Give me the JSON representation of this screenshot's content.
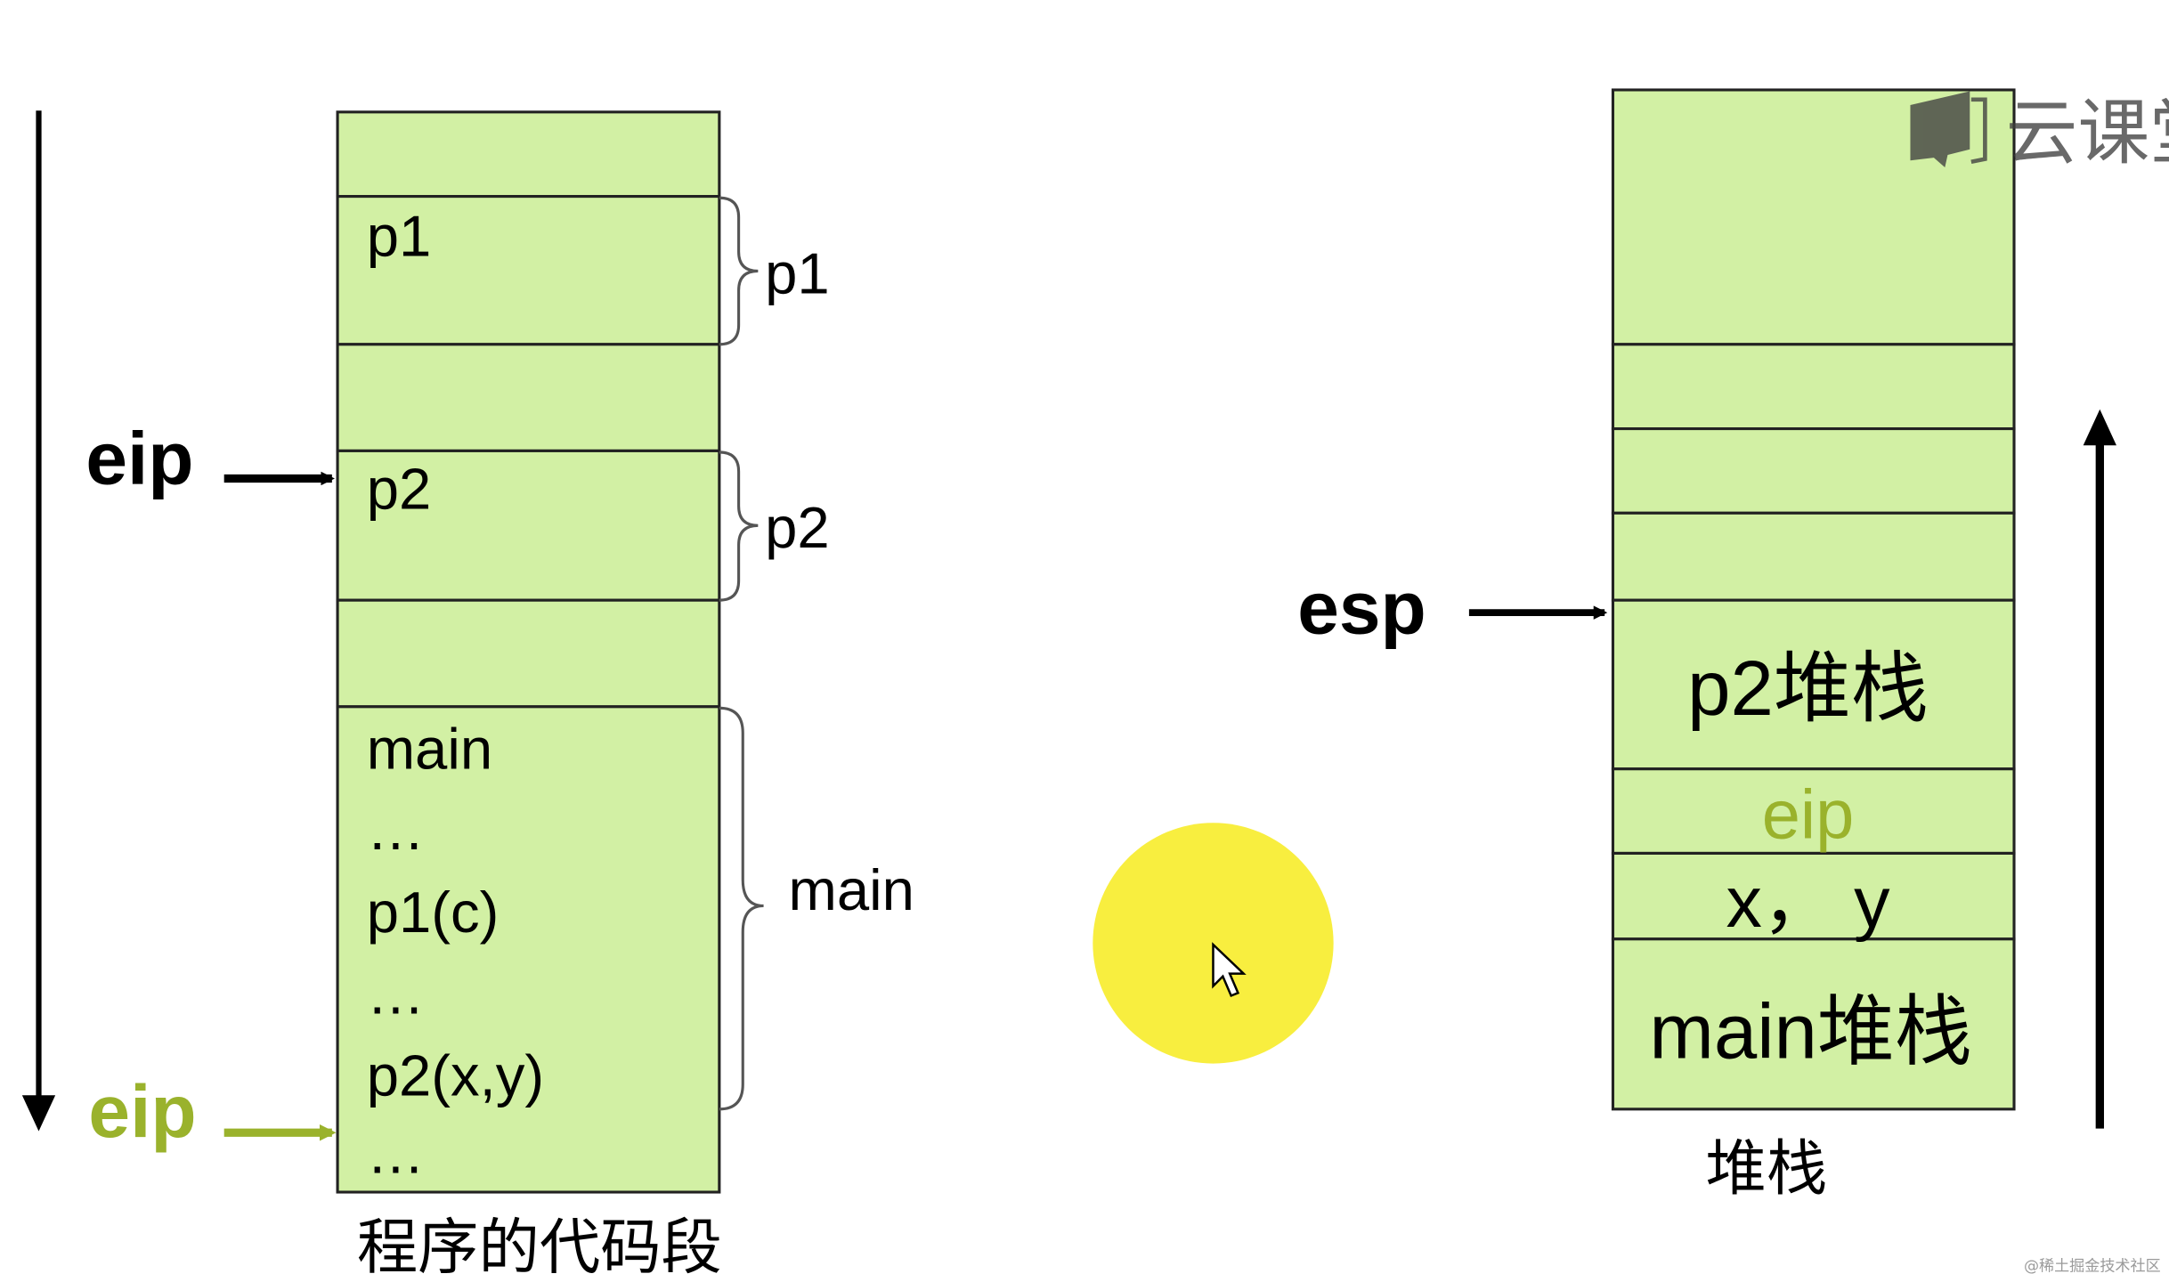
{
  "colors": {
    "cell_fill": "#d2f0a4",
    "line": "#222222",
    "bracket": "#555555",
    "eip_highlight": "#9ab22c",
    "cursor_highlight": "#f7ec2a",
    "watermark": "#3f3f3f"
  },
  "left_panel": {
    "flow_arrow_direction": "down",
    "code_cells": {
      "p1": "p1",
      "p2": "p2",
      "main_lines": [
        "main",
        "…",
        "p1(c)",
        "…",
        "p2(x,y)",
        "…"
      ]
    },
    "braces": {
      "p1": "p1",
      "p2": "p2",
      "main": "main"
    },
    "eip_label": "eip",
    "eip_label_highlight": "eip",
    "caption": "程序的代码段"
  },
  "right_panel": {
    "esp_label": "esp",
    "stack_cells": {
      "p2_stack": "p2堆栈",
      "eip": "eip",
      "xy": "x， y",
      "main_stack": "main堆栈"
    },
    "caption": "堆栈",
    "growth_arrow_direction": "up"
  },
  "watermark": {
    "icon": "book-icon",
    "text": "云课堂"
  },
  "footer_credit": "@稀土掘金技术社区",
  "cursor": {
    "icon": "mouse-pointer-icon"
  }
}
